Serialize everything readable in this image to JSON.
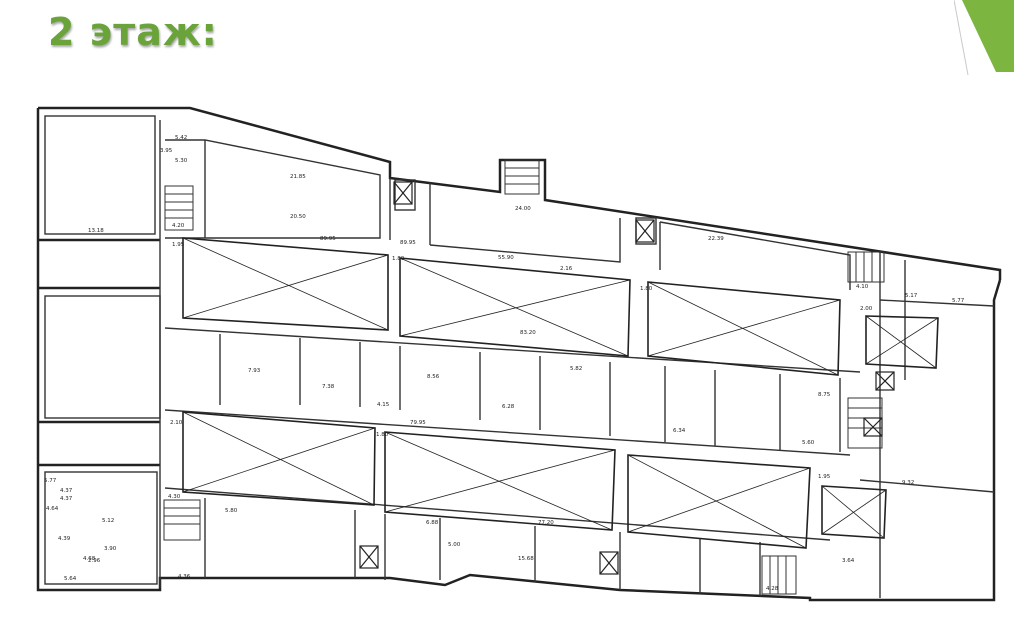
{
  "title": "2 этаж:",
  "accent_color": "#6aa33a",
  "plan": {
    "labels": [
      {
        "t": "13.18"
      },
      {
        "t": "5.42"
      },
      {
        "t": "5.30"
      },
      {
        "t": "3.95"
      },
      {
        "t": "4.20"
      },
      {
        "t": "21.85"
      },
      {
        "t": "20.50"
      },
      {
        "t": "89.95"
      },
      {
        "t": "89.95"
      },
      {
        "t": "1.95"
      },
      {
        "t": "24.00"
      },
      {
        "t": "22.39"
      },
      {
        "t": "4.10"
      },
      {
        "t": "5.17"
      },
      {
        "t": "5.77"
      },
      {
        "t": "1.80"
      },
      {
        "t": "55.90"
      },
      {
        "t": "2.16"
      },
      {
        "t": "83.20"
      },
      {
        "t": "1.80"
      },
      {
        "t": "2.00"
      },
      {
        "t": "7.93"
      },
      {
        "t": "7.38"
      },
      {
        "t": "8.56"
      },
      {
        "t": "6.28"
      },
      {
        "t": "5.82"
      },
      {
        "t": "8.75"
      },
      {
        "t": "5.60"
      },
      {
        "t": "6.34"
      },
      {
        "t": "4.15"
      },
      {
        "t": "79.95"
      },
      {
        "t": "2.10"
      },
      {
        "t": "1.80"
      },
      {
        "t": "9.32"
      },
      {
        "t": "5.77"
      },
      {
        "t": "4.37"
      },
      {
        "t": "4.37"
      },
      {
        "t": "4.64"
      },
      {
        "t": "5.12"
      },
      {
        "t": "4.39"
      },
      {
        "t": "3.90"
      },
      {
        "t": "4.68"
      },
      {
        "t": "5.64"
      },
      {
        "t": "5.80"
      },
      {
        "t": "6.88"
      },
      {
        "t": "77.20"
      },
      {
        "t": "15.68"
      },
      {
        "t": "4.36"
      },
      {
        "t": "4.28"
      },
      {
        "t": "2.96"
      },
      {
        "t": "5.00"
      },
      {
        "t": "3.64"
      },
      {
        "t": "1.95"
      },
      {
        "t": "4.30"
      }
    ]
  }
}
